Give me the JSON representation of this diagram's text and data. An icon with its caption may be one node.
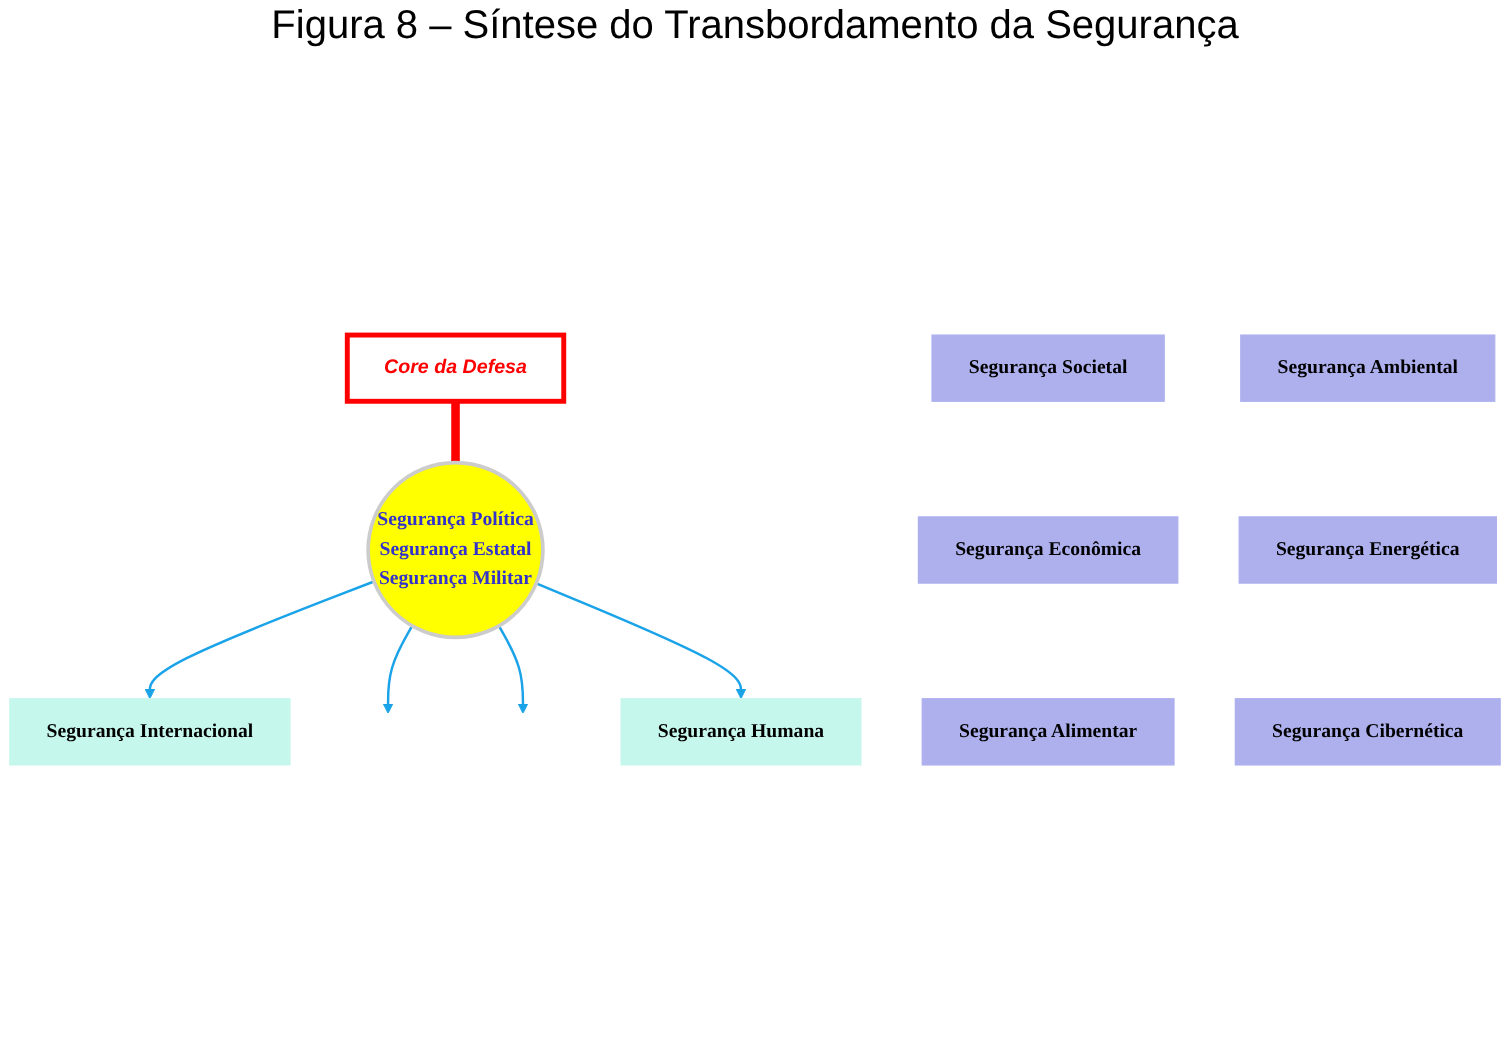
{
  "diagram": {
    "title": "Figura 8 – Síntese do Transbordamento da Segurança",
    "nodes": [
      {
        "text": [
          "Segurança Internacional"
        ]
      },
      {
        "text": [
          "Core da Defesa"
        ]
      },
      {
        "text": [
          "Segurança Societal"
        ]
      },
      {
        "text": [
          "Segurança Ambiental"
        ]
      },
      {
        "text": [
          "Segurança Política",
          "Segurança Estatal",
          "Segurança Militar"
        ]
      },
      {
        "text": [
          "Segurança Econômica"
        ]
      },
      {
        "text": [
          "Segurança Energética"
        ]
      },
      {
        "text": [
          "Segurança Alimentar"
        ]
      },
      {
        "text": [
          "Segurança Cibernética"
        ]
      },
      {
        "text": [
          "Segurança Humana"
        ]
      }
    ],
    "edges": [
      {
        "from": 4,
        "to": 0,
        "arrow": "to"
      },
      {
        "from": 1,
        "to": 4,
        "arrow": "none",
        "style": "thick",
        "color": "#ff0000"
      },
      {
        "from": 4,
        "to": null,
        "arrow": "to"
      },
      {
        "from": 4,
        "to": null,
        "arrow": "to"
      },
      {
        "from": 4,
        "to": 9,
        "arrow": "to"
      }
    ]
  }
}
